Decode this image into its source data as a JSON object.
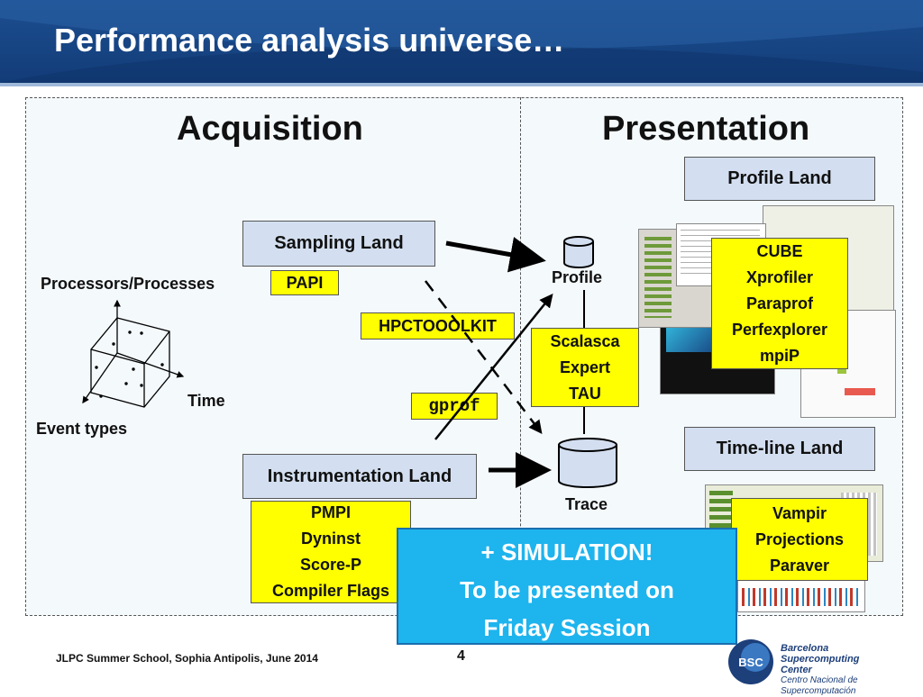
{
  "slide": {
    "title": "Performance analysis universe…",
    "footer": "JLPC Summer School, Sophia Antipolis, June 2014",
    "page_number": "4"
  },
  "headings": {
    "acquisition": "Acquisition",
    "presentation": "Presentation"
  },
  "acquisition": {
    "sampling_land": "Sampling Land",
    "papi": "PAPI",
    "hpctoolkit": "HPCTOOOLKIT",
    "gprof": "gprof",
    "instrumentation_land": "Instrumentation Land",
    "instrumentation_tools": [
      "PMPI",
      "Dyninst",
      "Score-P",
      "Compiler Flags"
    ],
    "axes": {
      "processors": "Processors/Processes",
      "time": "Time",
      "event_types": "Event types"
    }
  },
  "storage": {
    "profile": "Profile",
    "trace": "Trace",
    "profile_tools": [
      "Scalasca",
      "Expert",
      "TAU"
    ]
  },
  "presentation": {
    "profile_land": "Profile Land",
    "profile_tools": [
      "CUBE",
      "Xprofiler",
      "Paraprof",
      "Perfexplorer",
      "mpiP"
    ],
    "timeline_land": "Time-line Land",
    "timeline_tools": [
      "Vampir",
      "Projections",
      "Paraver"
    ]
  },
  "simulation_note": [
    "+ SIMULATION!",
    "To be presented on",
    "Friday Session"
  ],
  "logo": {
    "mark": "BSC",
    "lines": [
      "Barcelona",
      "Supercomputing",
      "Center",
      "Centro Nacional de Supercomputación"
    ]
  },
  "colors": {
    "title_bar": "#1d4f91",
    "land_box": "#d3dff0",
    "tool_box": "#ffff00",
    "simulation": "#1eb4ee"
  }
}
